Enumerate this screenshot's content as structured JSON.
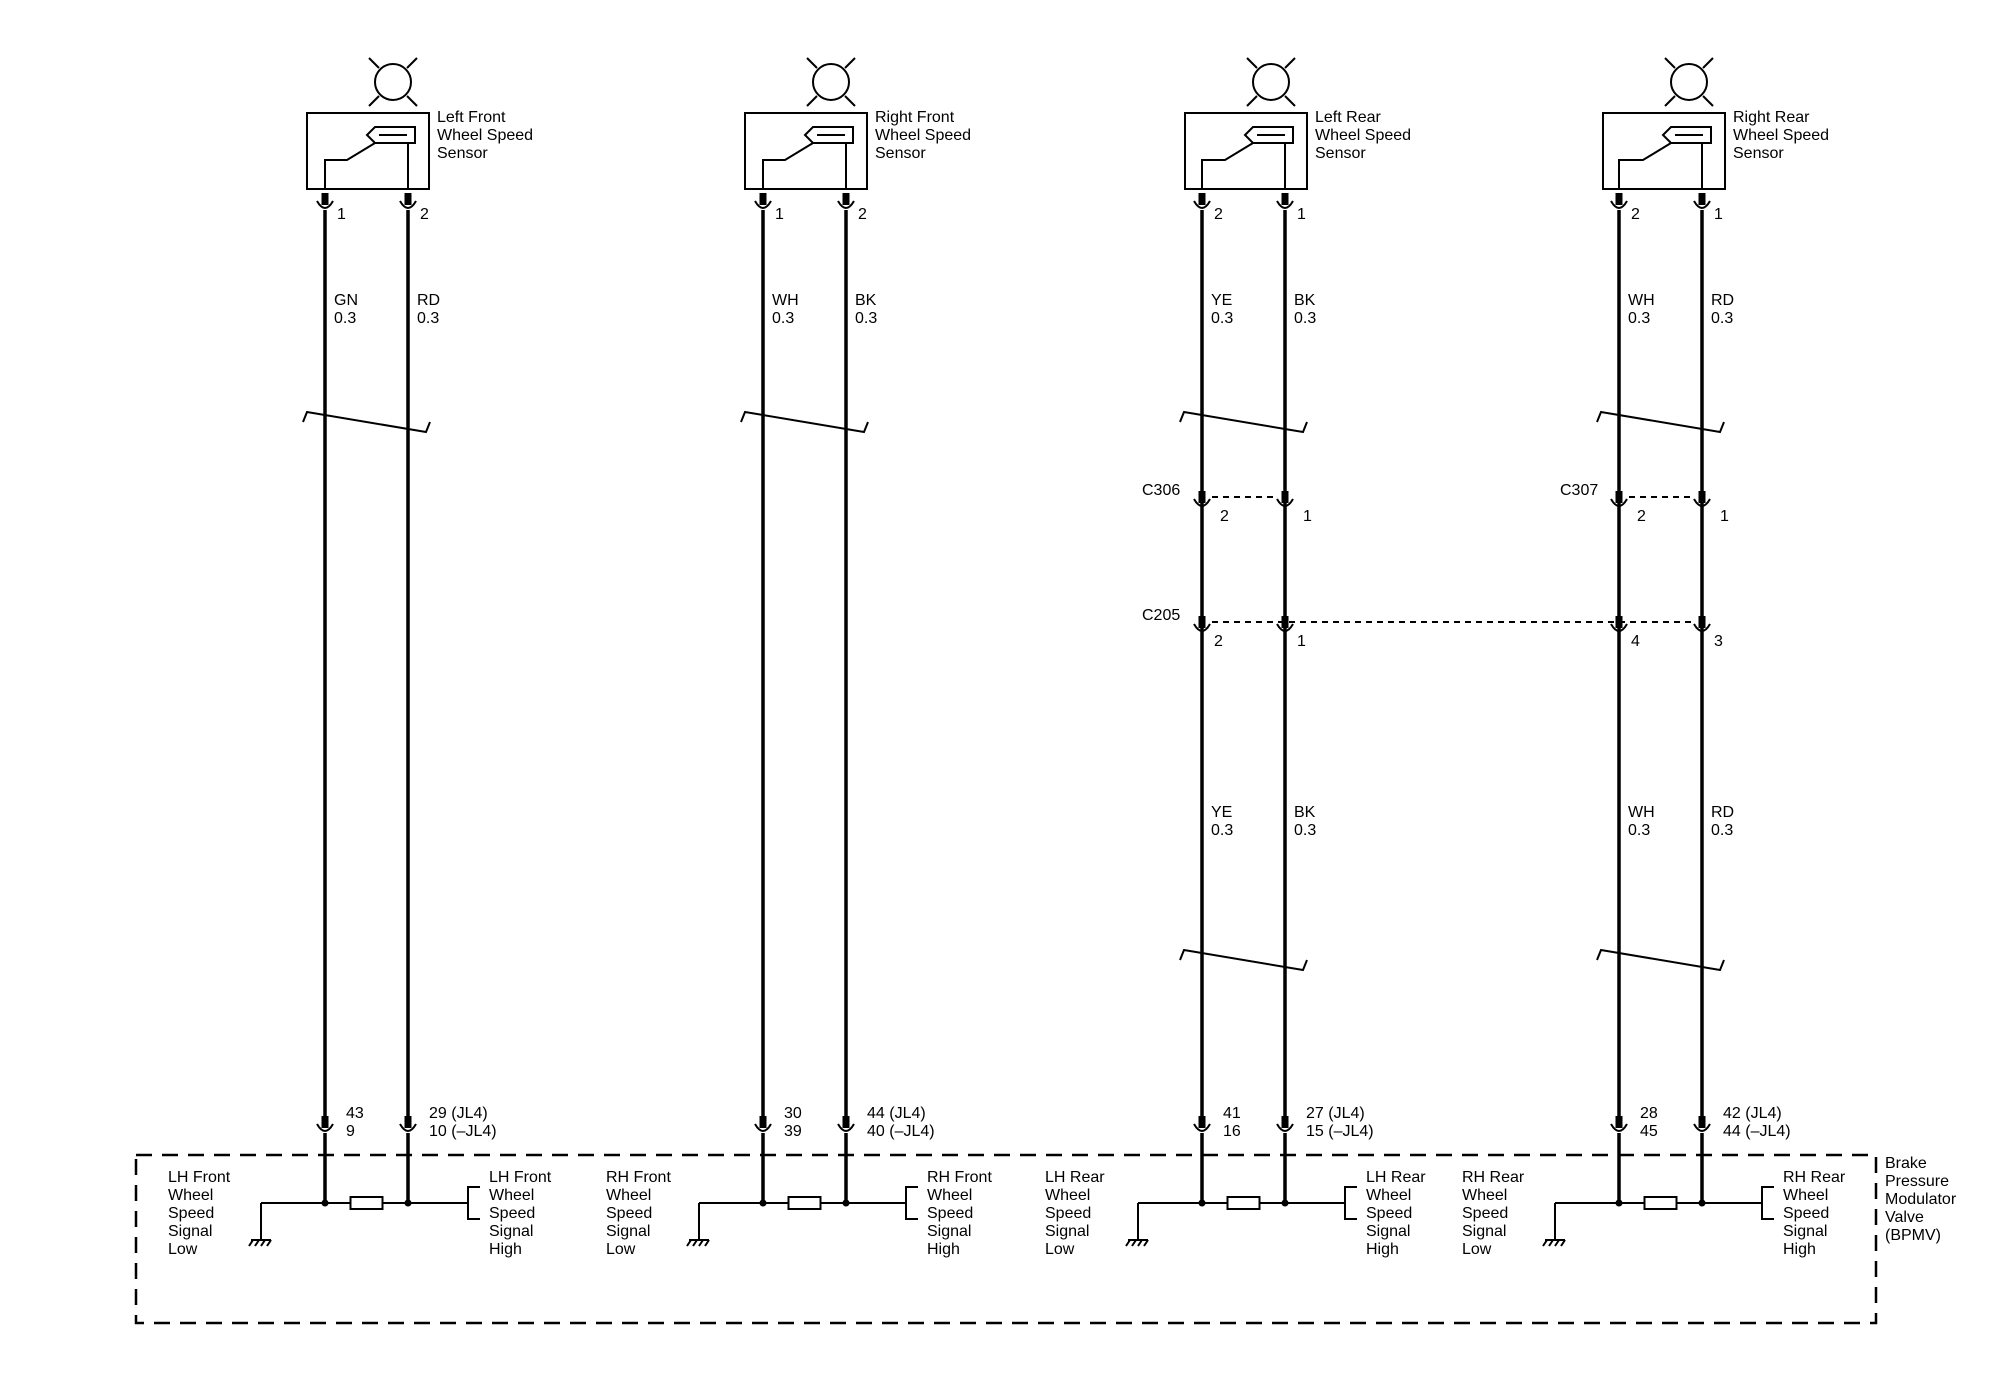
{
  "sensors": [
    {
      "name": [
        "Left Front",
        "Wheel Speed",
        "Sensor"
      ],
      "pins": [
        "1",
        "2"
      ],
      "wires_top": [
        {
          "color": "GN",
          "size": "0.3"
        },
        {
          "color": "RD",
          "size": "0.3"
        }
      ],
      "wires_bottom": null,
      "module_pins": [
        [
          "43",
          "9"
        ],
        [
          "29 (JL4)",
          "10 (–JL4)"
        ]
      ],
      "low_label": [
        "LH Front",
        "Wheel",
        "Speed",
        "Signal",
        "Low"
      ],
      "high_label": [
        "LH Front",
        "Wheel",
        "Speed",
        "Signal",
        "High"
      ]
    },
    {
      "name": [
        "Right Front",
        "Wheel Speed",
        "Sensor"
      ],
      "pins": [
        "1",
        "2"
      ],
      "wires_top": [
        {
          "color": "WH",
          "size": "0.3"
        },
        {
          "color": "BK",
          "size": "0.3"
        }
      ],
      "wires_bottom": null,
      "module_pins": [
        [
          "30",
          "39"
        ],
        [
          "44 (JL4)",
          "40 (–JL4)"
        ]
      ],
      "low_label": [
        "RH Front",
        "Wheel",
        "Speed",
        "Signal",
        "Low"
      ],
      "high_label": [
        "RH Front",
        "Wheel",
        "Speed",
        "Signal",
        "High"
      ]
    },
    {
      "name": [
        "Left Rear",
        "Wheel Speed",
        "Sensor"
      ],
      "pins": [
        "2",
        "1"
      ],
      "wires_top": [
        {
          "color": "YE",
          "size": "0.3"
        },
        {
          "color": "BK",
          "size": "0.3"
        }
      ],
      "wires_bottom": [
        {
          "color": "YE",
          "size": "0.3"
        },
        {
          "color": "BK",
          "size": "0.3"
        }
      ],
      "module_pins": [
        [
          "41",
          "16"
        ],
        [
          "27 (JL4)",
          "15 (–JL4)"
        ]
      ],
      "low_label": [
        "LH Rear",
        "Wheel",
        "Speed",
        "Signal",
        "Low"
      ],
      "high_label": [
        "LH Rear",
        "Wheel",
        "Speed",
        "Signal",
        "High"
      ]
    },
    {
      "name": [
        "Right Rear",
        "Wheel Speed",
        "Sensor"
      ],
      "pins": [
        "2",
        "1"
      ],
      "wires_top": [
        {
          "color": "WH",
          "size": "0.3"
        },
        {
          "color": "RD",
          "size": "0.3"
        }
      ],
      "wires_bottom": [
        {
          "color": "WH",
          "size": "0.3"
        },
        {
          "color": "RD",
          "size": "0.3"
        }
      ],
      "module_pins": [
        [
          "28",
          "45"
        ],
        [
          "42 (JL4)",
          "44 (–JL4)"
        ]
      ],
      "low_label": [
        "RH Rear",
        "Wheel",
        "Speed",
        "Signal",
        "Low"
      ],
      "high_label": [
        "RH Rear",
        "Wheel",
        "Speed",
        "Signal",
        "High"
      ]
    }
  ],
  "connectors": {
    "c306": {
      "label": "C306",
      "pins": [
        "2",
        "1"
      ]
    },
    "c307": {
      "label": "C307",
      "pins": [
        "2",
        "1"
      ]
    },
    "c205": {
      "label": "C205",
      "pins": [
        "2",
        "1",
        "4",
        "3"
      ]
    }
  },
  "module_label": [
    "Brake",
    "Pressure",
    "Modulator",
    "Valve",
    "(BPMV)"
  ]
}
